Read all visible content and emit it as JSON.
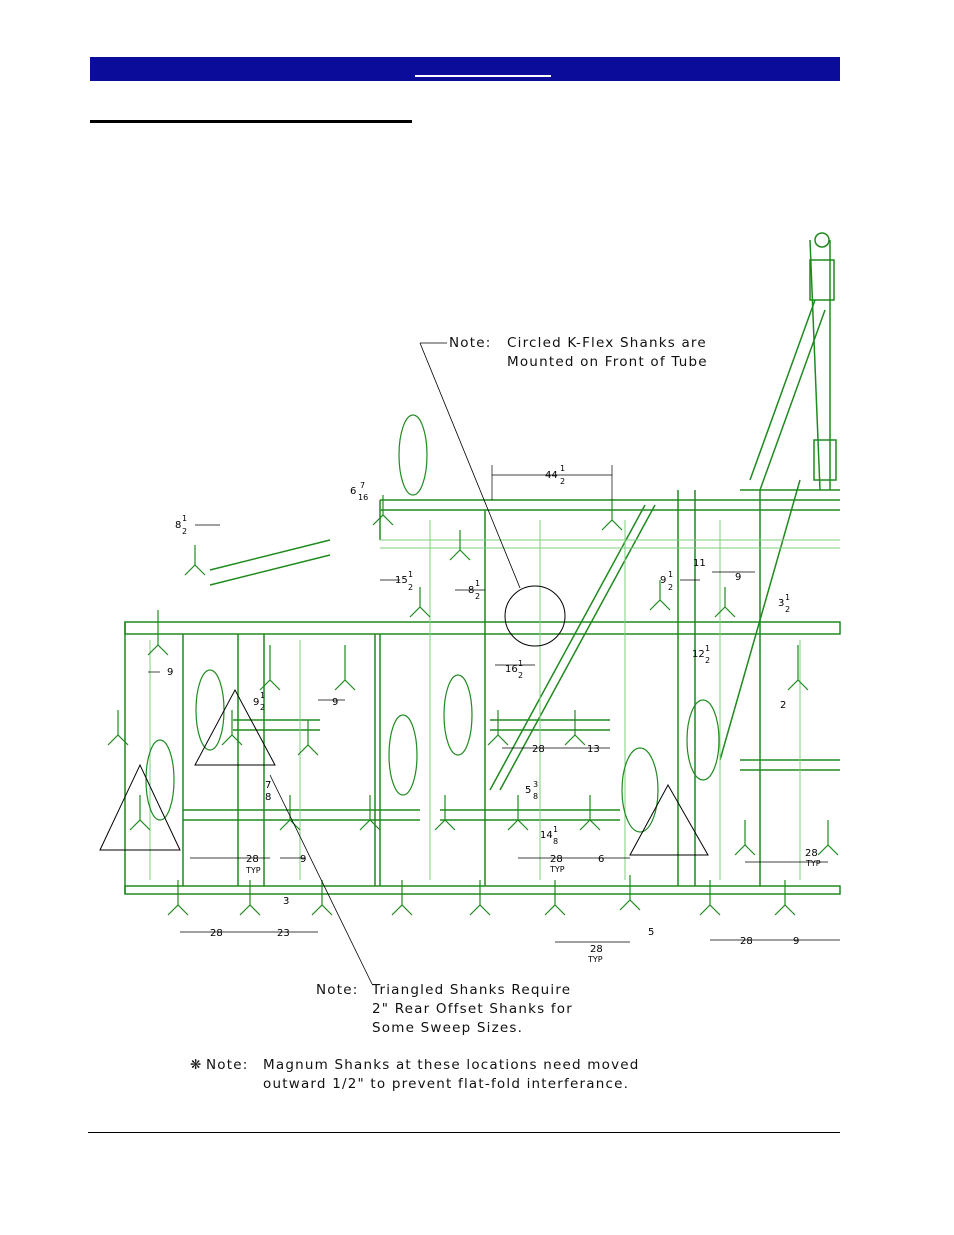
{
  "colors": {
    "header": "#0c0c9a",
    "frame": "#1f8a1f",
    "frame_light": "#7ccf7c",
    "dim": "#000000"
  },
  "notes": {
    "circled_label": "Note:",
    "circled_line1": "Circled K-Flex Shanks are",
    "circled_line2": "Mounted on Front of Tube",
    "triangled_label": "Note:",
    "triangled_line1": "Triangled Shanks Require",
    "triangled_line2": "2\" Rear Offset Shanks for",
    "triangled_line3": "Some Sweep Sizes.",
    "magnum_label": "Note:",
    "magnum_line1": "Magnum Shanks at these locations need moved",
    "magnum_line2": "outward 1/2\" to prevent flat-fold interferance."
  },
  "dimensions": {
    "d44": "44",
    "d8a": "8",
    "d6": "6",
    "d16": "16",
    "d7": "7",
    "d15": "15",
    "d8b": "8",
    "d9a": "9",
    "d11": "11",
    "d9b": "9",
    "d3": "3",
    "d9c": "9",
    "d9d": "9",
    "d9e": "9",
    "d12": "12",
    "d16b": "16",
    "d2": "2",
    "d28a": "28",
    "d13": "13",
    "d5": "5",
    "d3b": "3",
    "d7b": "7",
    "d8c": "8",
    "d14": "14",
    "d1": "1",
    "d28b": "28",
    "d6b": "6",
    "d28c": "28",
    "d9f": "9",
    "d3c": "3",
    "d28d": "28",
    "d23": "23",
    "d28e": "28",
    "d5b": "5",
    "d28f": "28",
    "d9g": "9",
    "d28g": "28",
    "typ": "TYP",
    "half": "1",
    "two": "2",
    "eight": "8"
  }
}
